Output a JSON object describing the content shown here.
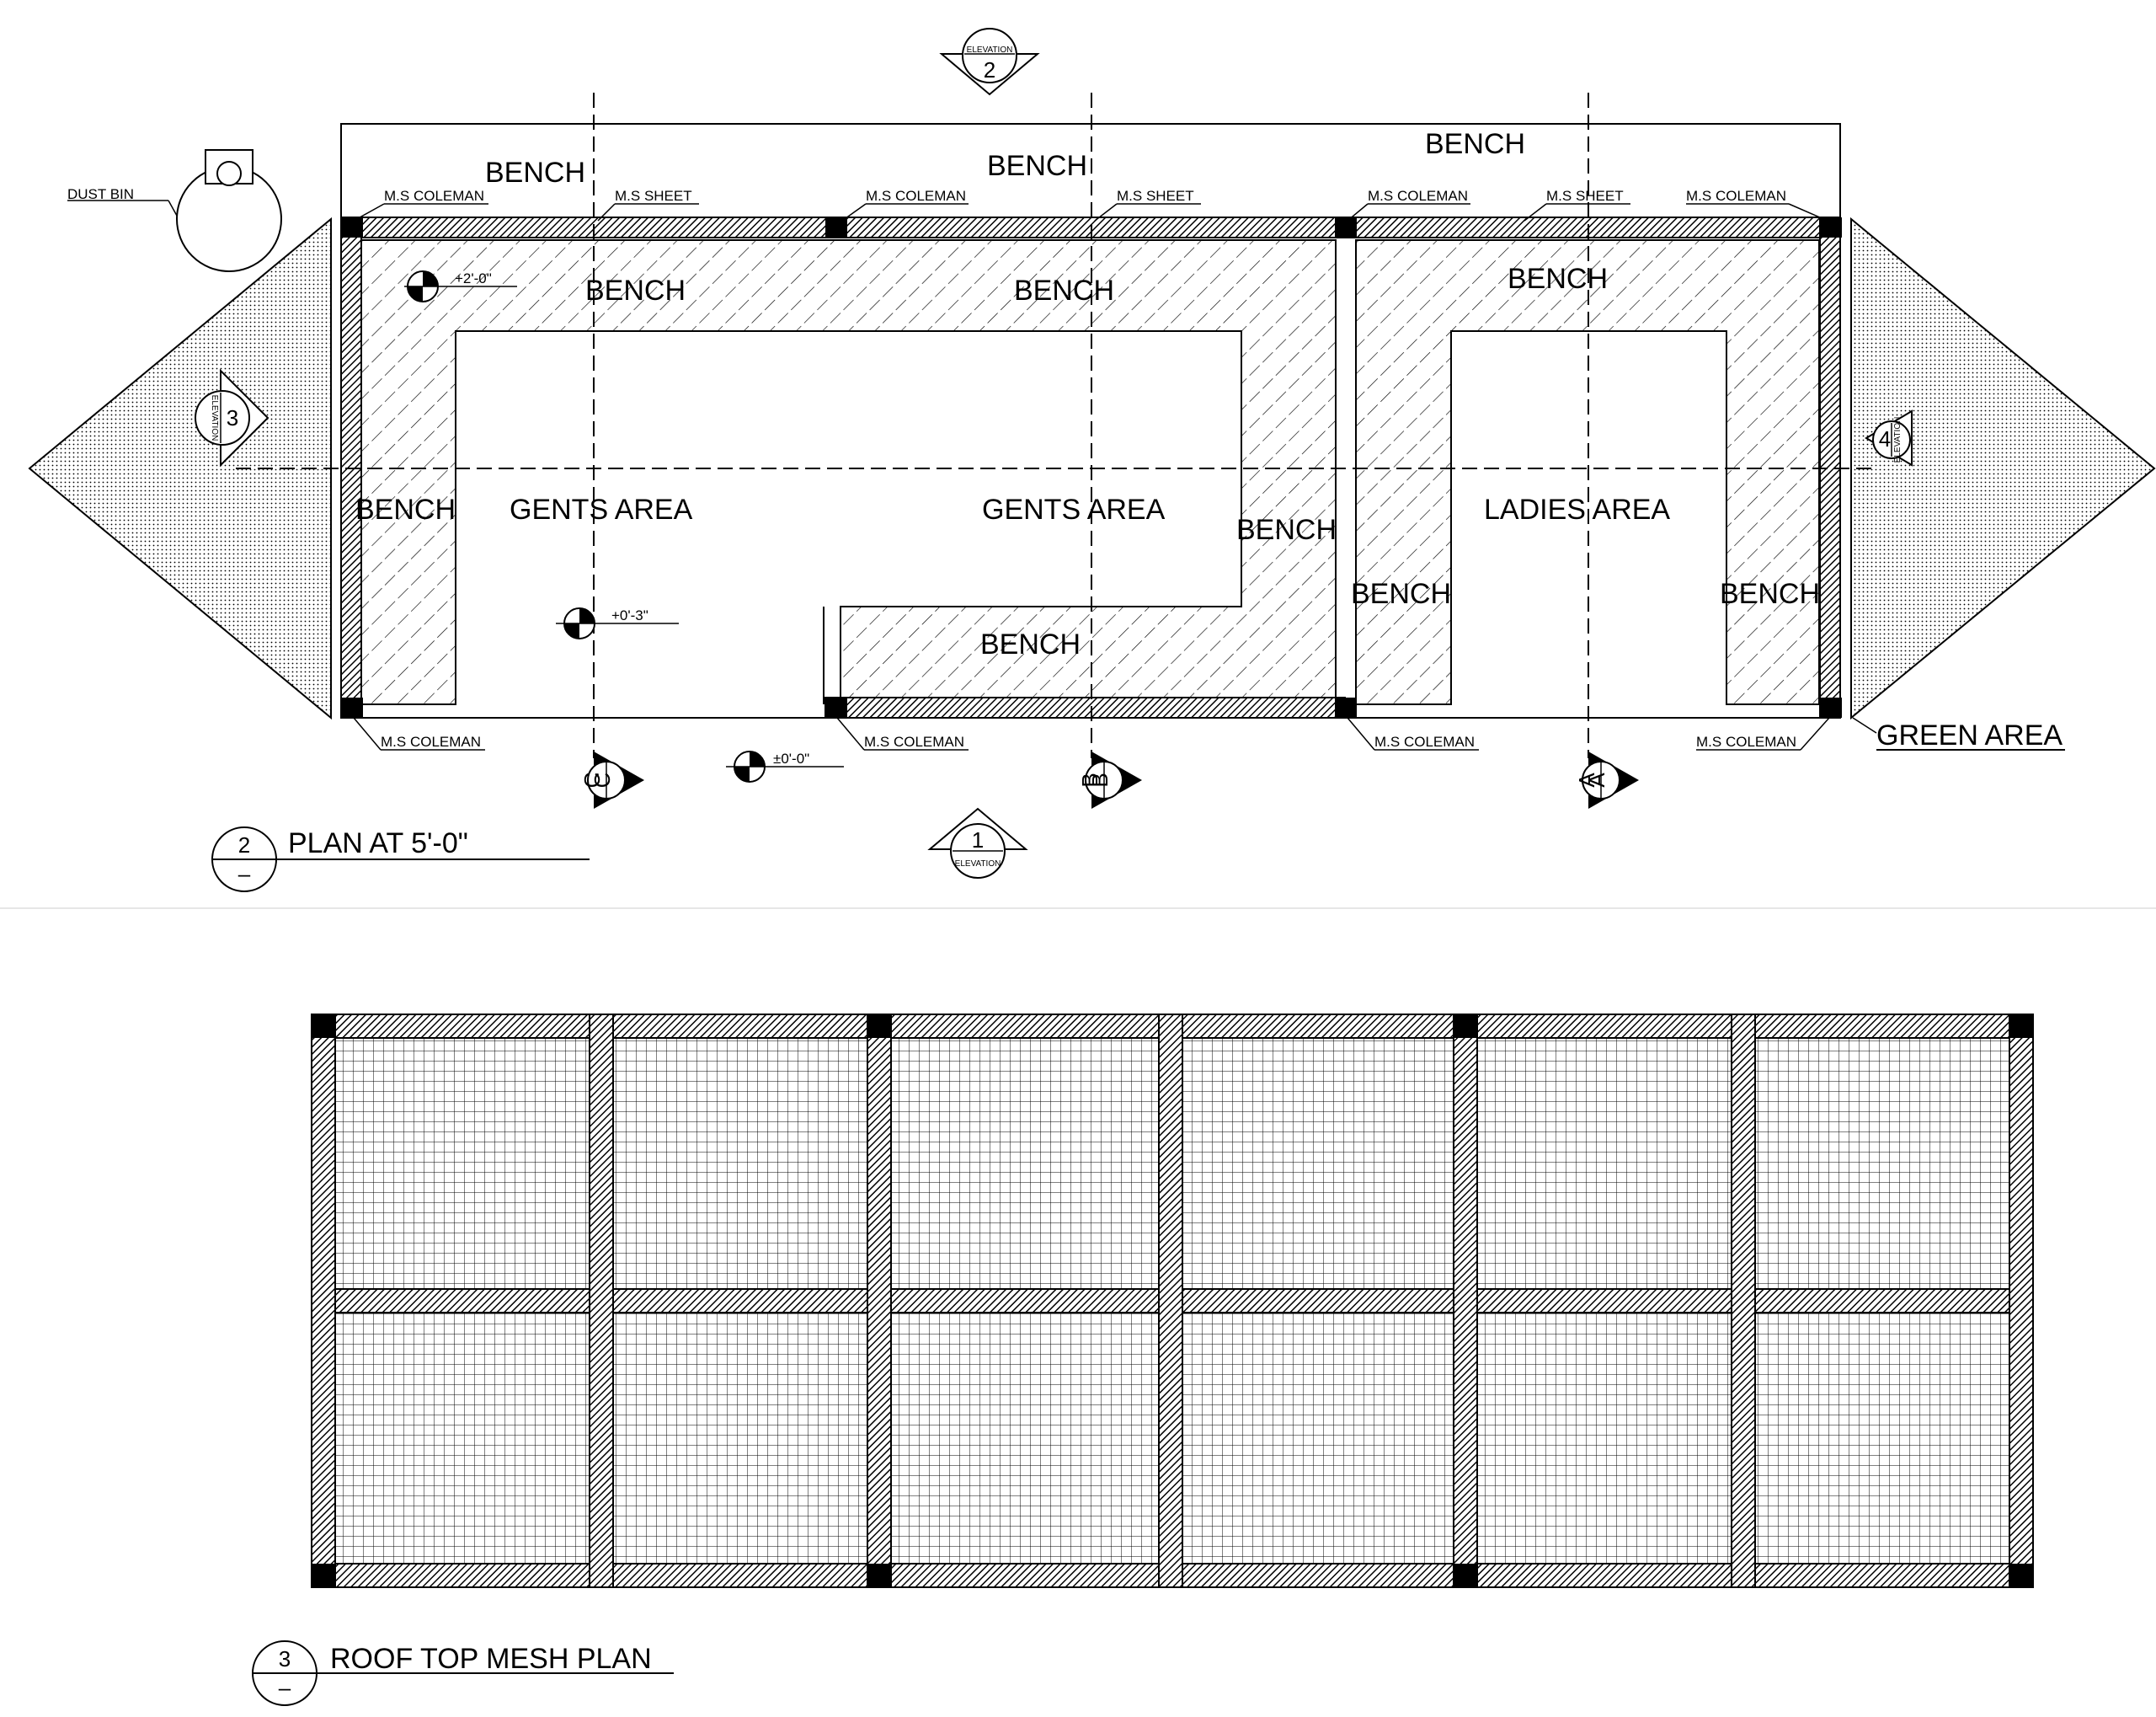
{
  "plan": {
    "title": "PLAN AT 5'-0\"",
    "title_number": "2",
    "title_sub": "–",
    "labels": {
      "bench": "BENCH",
      "gents_area": "GENTS AREA",
      "ladies_area": "LADIES AREA",
      "ms_coleman": "M.S COLEMAN",
      "ms_sheet": "M.S SHEET",
      "dust_bin": "DUST BIN",
      "green_area": "GREEN AREA"
    },
    "levels": [
      "+2'-0\"",
      "+0'-3\"",
      "±0'-0\""
    ],
    "elevation_markers": [
      {
        "number": "2",
        "label": "ELEVATION"
      },
      {
        "number": "1",
        "label": "ELEVATION"
      },
      {
        "number": "3",
        "label": "ELEVATION"
      },
      {
        "number": "4",
        "label": "ELEVATION"
      }
    ],
    "section_markers": [
      "C",
      "B",
      "A"
    ]
  },
  "roof": {
    "title": "ROOF TOP MESH PLAN",
    "title_number": "3",
    "title_sub": "–"
  },
  "colors": {
    "ink": "#000000",
    "paper": "#ffffff",
    "divider": "#e6e6e6"
  }
}
